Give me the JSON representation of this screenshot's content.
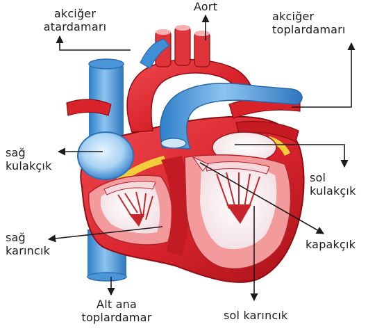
{
  "labels": {
    "pulmonary_artery": [
      "akciğer",
      "atardamarı"
    ],
    "aorta": "Aort",
    "pulmonary_vein": [
      "akciğer",
      "toplardamarı"
    ],
    "right_atrium": [
      "sağ",
      "kulakçık"
    ],
    "left_atrium": [
      "sol",
      "kulakçık"
    ],
    "right_ventricle": [
      "sağ",
      "karıncık"
    ],
    "valve": "kapakçık",
    "inferior_vena_cava": [
      "Alt ana",
      "toplardamar"
    ],
    "left_ventricle": "sol karıncık"
  },
  "colors": {
    "artery_red": "#d8232b",
    "deep_red": "#b3141c",
    "vein_blue": "#3f8fd6",
    "light_blue": "#8cc4ef",
    "muscle_pink": "#f29a9c",
    "chamber_light": "#f6e9ec",
    "fat_yellow": "#f2cf3a",
    "pointer": "#1b1b1b"
  }
}
